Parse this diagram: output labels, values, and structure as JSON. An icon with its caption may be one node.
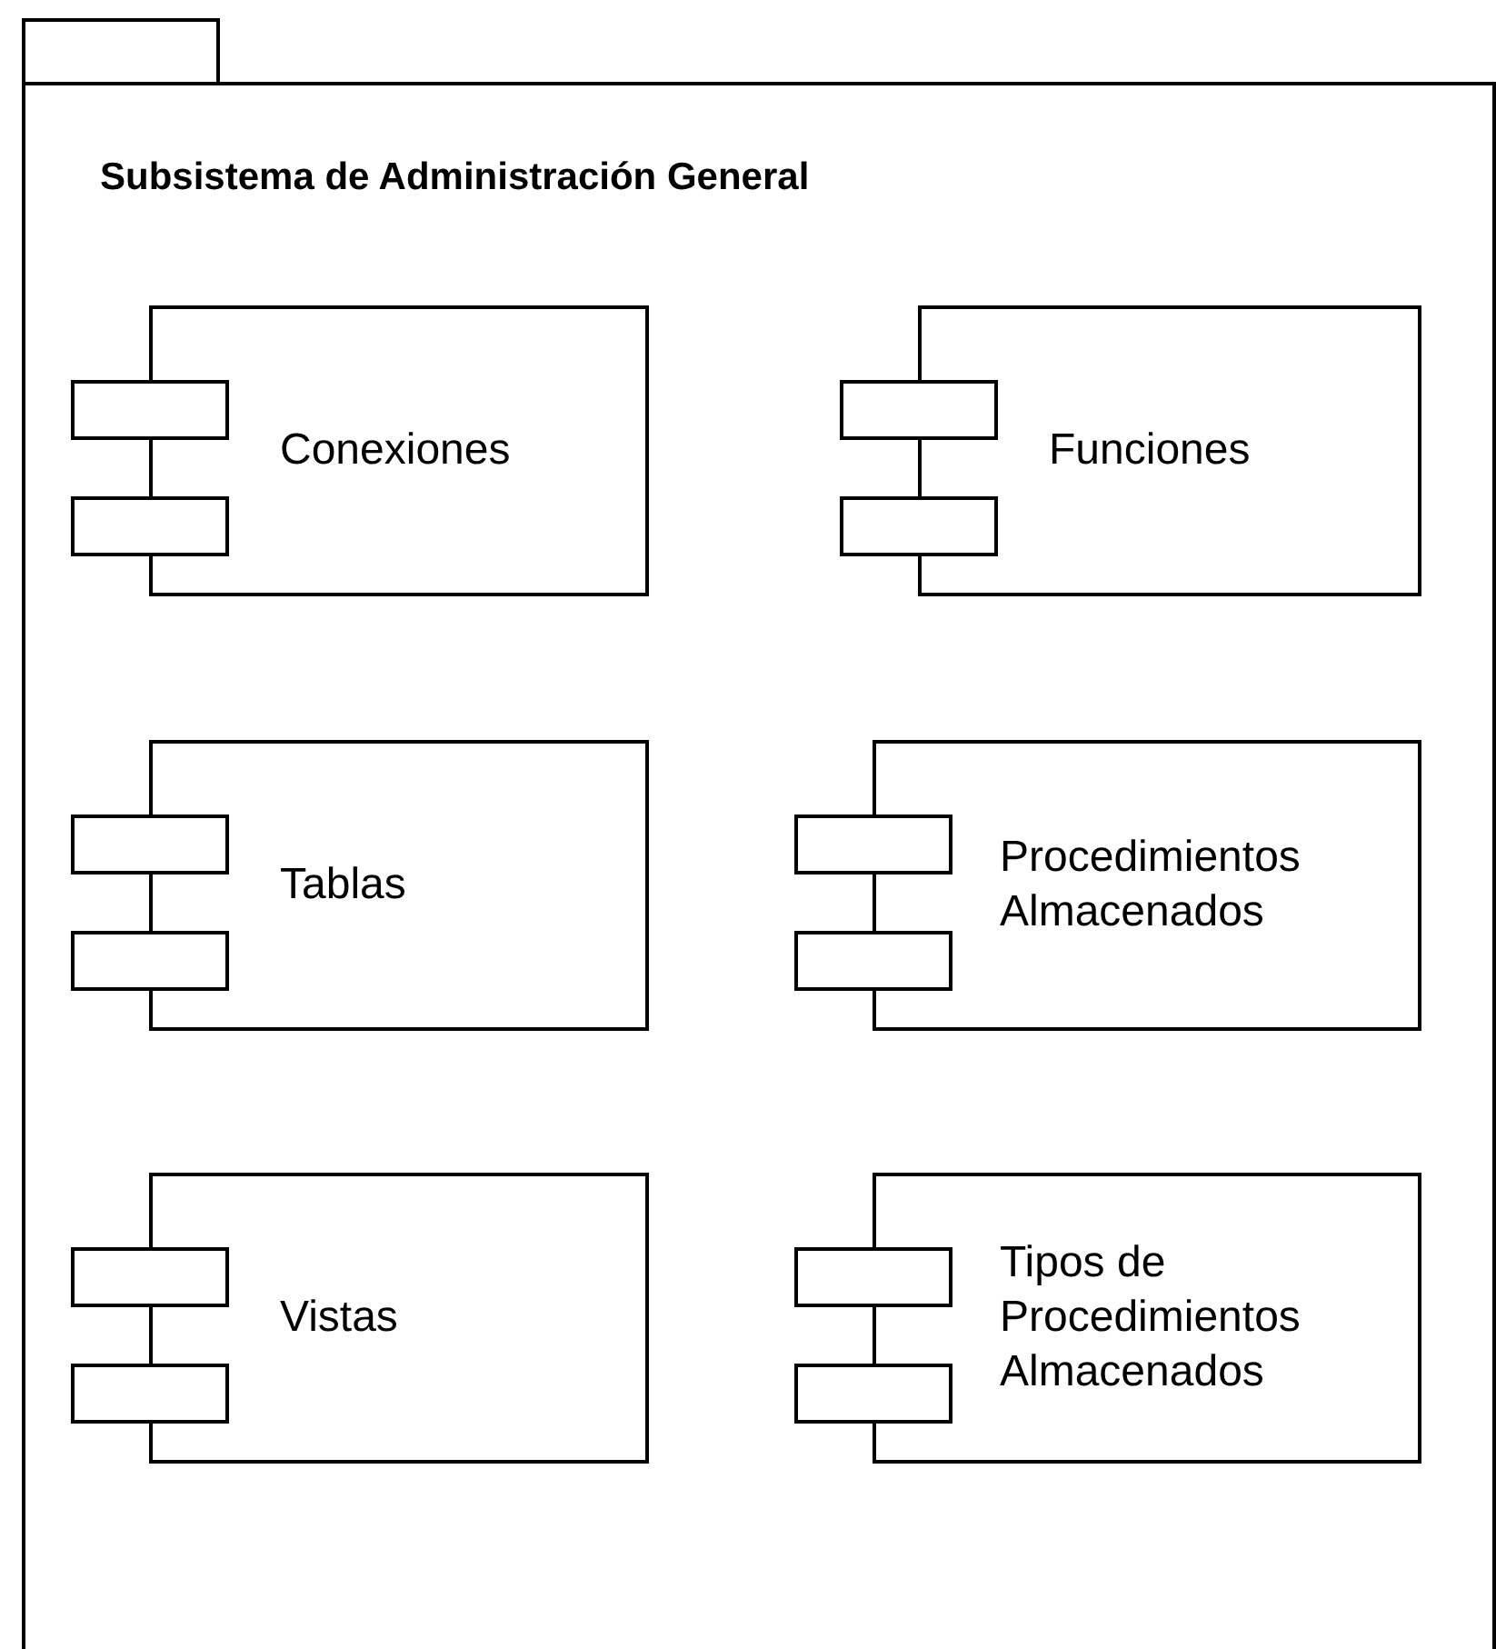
{
  "diagram": {
    "nodes": [
      {
        "text": [
          "Subsistema de Administración General"
        ]
      },
      {
        "text": [
          "Conexiones"
        ],
        "in": 0
      },
      {
        "text": [
          "Funciones"
        ],
        "in": 0
      },
      {
        "text": [
          "Tablas"
        ],
        "in": 0
      },
      {
        "text": [
          "Procedimientos Almacenados"
        ],
        "in": 0
      },
      {
        "text": [
          "Vistas"
        ],
        "in": 0
      },
      {
        "text": [
          "Tipos de Procedimientos Almacenados"
        ],
        "in": 0
      }
    ]
  }
}
